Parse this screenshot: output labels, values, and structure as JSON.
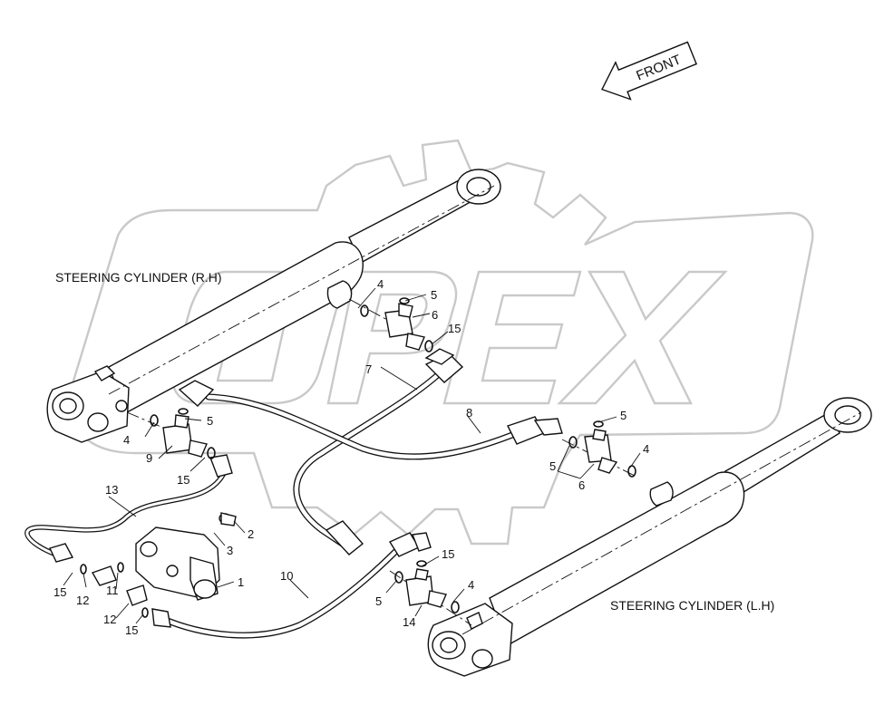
{
  "diagram": {
    "front_label": "FRONT",
    "watermark": "OPEX",
    "labels": {
      "steering_cylinder_rh": "STEERING CYLINDER (R.H)",
      "steering_cylinder_lh": "STEERING CYLINDER (L.H)"
    },
    "callouts": [
      {
        "id": "c1",
        "text": "1"
      },
      {
        "id": "c2",
        "text": "2"
      },
      {
        "id": "c3",
        "text": "3"
      },
      {
        "id": "c4a",
        "text": "4"
      },
      {
        "id": "c4b",
        "text": "4"
      },
      {
        "id": "c4c",
        "text": "4"
      },
      {
        "id": "c4d",
        "text": "4"
      },
      {
        "id": "c5a",
        "text": "5"
      },
      {
        "id": "c5b",
        "text": "5"
      },
      {
        "id": "c5c",
        "text": "5"
      },
      {
        "id": "c5d",
        "text": "5"
      },
      {
        "id": "c5e",
        "text": "5"
      },
      {
        "id": "c6a",
        "text": "6"
      },
      {
        "id": "c6b",
        "text": "6"
      },
      {
        "id": "c7",
        "text": "7"
      },
      {
        "id": "c8",
        "text": "8"
      },
      {
        "id": "c9",
        "text": "9"
      },
      {
        "id": "c10",
        "text": "10"
      },
      {
        "id": "c11",
        "text": "11"
      },
      {
        "id": "c12a",
        "text": "12"
      },
      {
        "id": "c12b",
        "text": "12"
      },
      {
        "id": "c13",
        "text": "13"
      },
      {
        "id": "c14",
        "text": "14"
      },
      {
        "id": "c15a",
        "text": "15"
      },
      {
        "id": "c15b",
        "text": "15"
      },
      {
        "id": "c15c",
        "text": "15"
      },
      {
        "id": "c15d",
        "text": "15"
      },
      {
        "id": "c15e",
        "text": "15"
      }
    ]
  }
}
